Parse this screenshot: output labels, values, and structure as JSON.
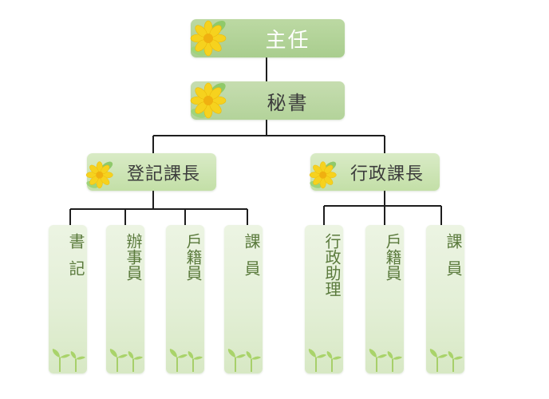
{
  "org_chart": {
    "director": "主任",
    "secretary": "秘書",
    "registry_chief": "登記課長",
    "admin_chief": "行政課長",
    "registry_staff": [
      "書記",
      "辦事員",
      "戶籍員",
      "課員"
    ],
    "admin_staff": [
      "行政助理",
      "戶籍員",
      "課員"
    ]
  },
  "colors": {
    "connector": "#1e1e1e",
    "node_fill": "#c3dfa7",
    "column_fill": "#e3efd6",
    "label_green": "#5a7a3c",
    "flower_petal": "#f6d21e",
    "leaf": "#8fc96a"
  },
  "icons": {
    "node_decoration": "flower-icon",
    "column_decoration": "sprout-icon"
  }
}
